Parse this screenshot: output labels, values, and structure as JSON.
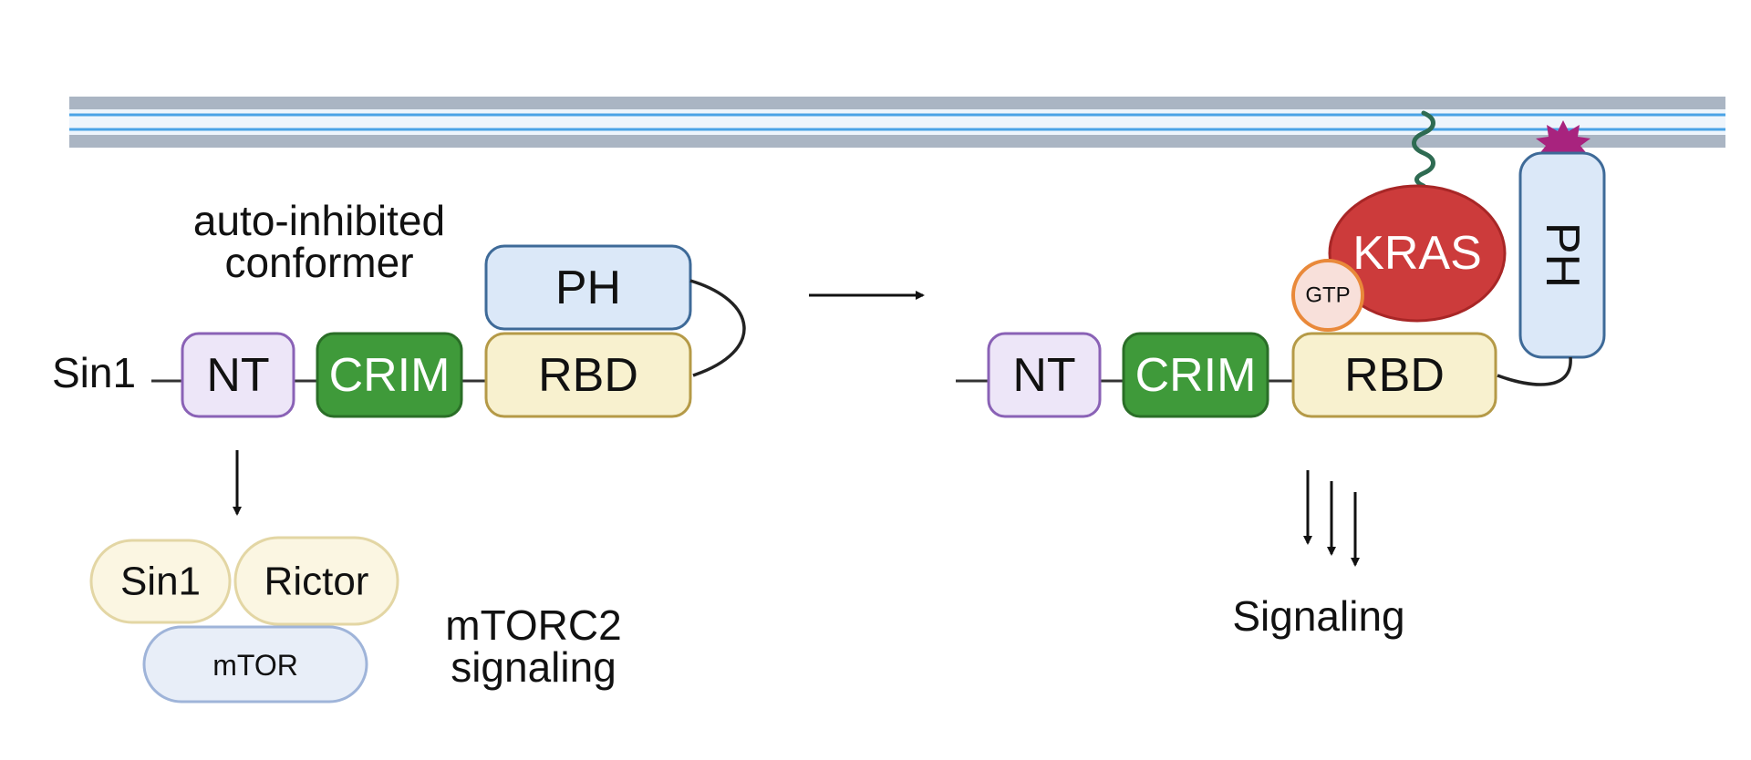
{
  "left": {
    "state_label_line1": "auto-inhibited",
    "state_label_line2": "conformer",
    "protein_label": "Sin1",
    "domains": {
      "nt": "NT",
      "crim": "CRIM",
      "rbd": "RBD",
      "ph": "PH"
    },
    "complex": {
      "sin1": "Sin1",
      "rictor": "Rictor",
      "mtor": "mTOR"
    },
    "output_line1": "mTORC2",
    "output_line2": "signaling"
  },
  "right": {
    "domains": {
      "nt": "NT",
      "crim": "CRIM",
      "rbd": "RBD",
      "ph": "PH"
    },
    "kras": "KRAS",
    "gtp": "GTP",
    "output": "Signaling"
  },
  "colors": {
    "membrane_outer": "#aab5c3",
    "membrane_inner": "#4aa3e6",
    "nt_fill": "#ede6f8",
    "nt_stroke": "#8a62b6",
    "crim_fill": "#3f9a3a",
    "crim_stroke": "#2a6e27",
    "rbd_fill": "#f8f1cf",
    "rbd_stroke": "#b59a47",
    "ph_fill": "#dbe8f8",
    "ph_stroke": "#3e6a98",
    "kras_fill": "#cc3b3b",
    "gtp_fill": "#f8e0da",
    "gtp_stroke": "#e9893a",
    "anchor_color": "#2e6b52",
    "lipid_color": "#a8237e",
    "complex_fill": "#fbf6e2",
    "complex_stroke": "#e3d6a4",
    "mtor_fill": "#e8eef8",
    "mtor_stroke": "#9fb4d9"
  }
}
